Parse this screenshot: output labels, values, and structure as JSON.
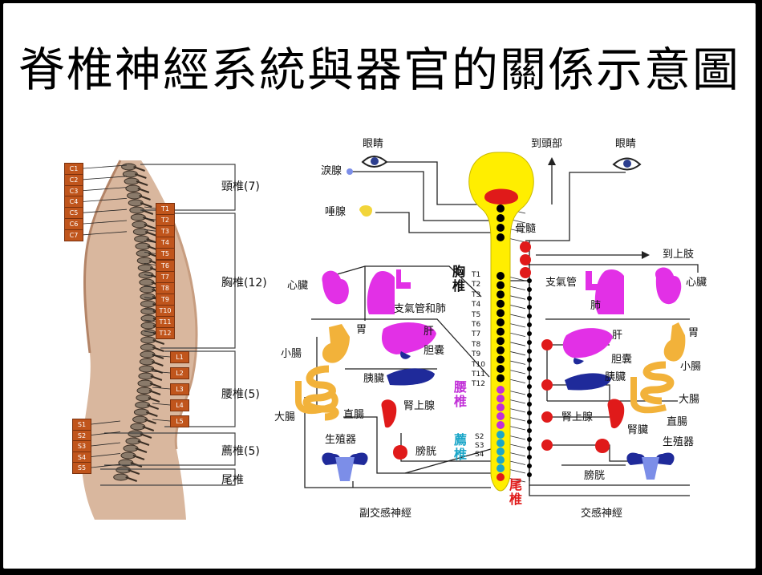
{
  "title": "脊椎神經系統與器官的關係示意圖",
  "vertebrae": {
    "cervical": [
      "C1",
      "C2",
      "C3",
      "C4",
      "C5",
      "C6",
      "C7"
    ],
    "thoracic": [
      "T1",
      "T2",
      "T3",
      "T4",
      "T5",
      "T6",
      "T7",
      "T8",
      "T9",
      "T10",
      "T11",
      "T12"
    ],
    "lumbar": [
      "L1",
      "L2",
      "L3",
      "L4",
      "L5"
    ],
    "sacral": [
      "S1",
      "S2",
      "S3",
      "S4",
      "S5"
    ]
  },
  "regions": {
    "cervical": "頸椎(7)",
    "thoracic": "胸椎(12)",
    "lumbar": "腰椎(5)",
    "sacral": "薦椎(5)",
    "coccyx": "尾椎"
  },
  "spine_labels": {
    "thoracic": "胸椎",
    "lumbar": "腰椎",
    "sacral": "薦椎",
    "coccyx": "尾椎",
    "t_ticks": [
      "T1",
      "T2",
      "T3",
      "T4",
      "T5",
      "T6",
      "T7",
      "T8",
      "T9",
      "T10",
      "T11",
      "T12"
    ],
    "s_ticks": [
      "S2",
      "S3",
      "S4"
    ]
  },
  "colors": {
    "vertebra_box": "#c0551c",
    "spinal_cord": "#ffee00",
    "brain_core": "#e01a1a",
    "lumbar_dots": "#c12fd8",
    "sacral_dots": "#1aa6c8",
    "lumbar_text": "#c12fd8",
    "sacral_text": "#1aa6c8",
    "coccyx_text": "#e01a1a",
    "organ_magenta": "#e230e6",
    "organ_red": "#e01a1a",
    "organ_blue": "#1f2a9a",
    "organ_orange": "#f2b23a",
    "organ_light_blue": "#7c8ee8"
  },
  "left_side": {
    "eye": "眼睛",
    "lacrimal": "淚腺",
    "salivary": "唾腺",
    "heart": "心臟",
    "lungs": "支氣管和肺",
    "stomach": "胃",
    "liver": "肝",
    "gallbladder": "胆囊",
    "small_intestine": "小腸",
    "pancreas": "胰臟",
    "large_intestine": "大腸",
    "rectum": "直腸",
    "adrenal": "腎上腺",
    "genitals": "生殖器",
    "bladder": "膀胱",
    "caption": "副交感神經"
  },
  "right_side": {
    "to_head": "到頭部",
    "eye": "眼睛",
    "spinal_marrow": "骨髓",
    "to_limbs": "到上肢",
    "bronchus": "支氣管",
    "lungs": "肺",
    "heart": "心臟",
    "liver": "肝",
    "stomach": "胃",
    "gallbladder": "胆囊",
    "small_intestine": "小腸",
    "pancreas": "胰臟",
    "large_intestine": "大腸",
    "adrenal": "腎上腺",
    "kidney": "腎臟",
    "rectum": "直腸",
    "genitals": "生殖器",
    "bladder": "膀胱",
    "caption": "交感神經"
  }
}
